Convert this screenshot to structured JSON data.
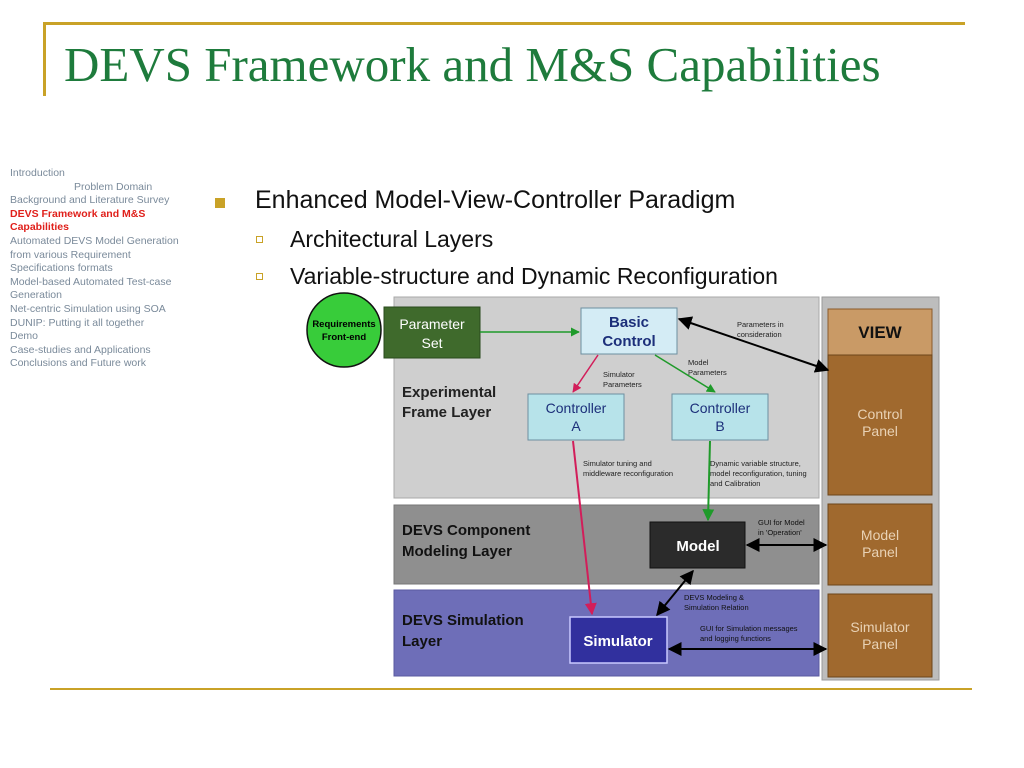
{
  "slide": {
    "title": "DEVS Framework and M&S Capabilities"
  },
  "agenda": [
    {
      "label": "Introduction",
      "active": false,
      "indent": false
    },
    {
      "label": "Problem Domain",
      "active": false,
      "indent": true
    },
    {
      "label": "Background and Literature Survey",
      "active": false,
      "indent": false
    },
    {
      "label": "DEVS Framework and M&S",
      "active": true,
      "indent": false
    },
    {
      "label": "Capabilities",
      "active": true,
      "indent": false
    },
    {
      "label": "Automated DEVS Model Generation",
      "active": false,
      "indent": false
    },
    {
      "label": "from various Requirement",
      "active": false,
      "indent": false
    },
    {
      "label": "Specifications formats",
      "active": false,
      "indent": false
    },
    {
      "label": "Model-based Automated Test-case",
      "active": false,
      "indent": false
    },
    {
      "label": "Generation",
      "active": false,
      "indent": false
    },
    {
      "label": "Net-centric Simulation using SOA",
      "active": false,
      "indent": false
    },
    {
      "label": "DUNIP: Putting it all together",
      "active": false,
      "indent": false
    },
    {
      "label": "Demo",
      "active": false,
      "indent": false
    },
    {
      "label": "Case-studies and Applications",
      "active": false,
      "indent": false
    },
    {
      "label": "Conclusions and Future work",
      "active": false,
      "indent": false
    }
  ],
  "bullets": {
    "main": "Enhanced Model-View-Controller Paradigm",
    "sub1": "Architectural Layers",
    "sub2": "Variable-structure and Dynamic Reconfiguration"
  },
  "diagram": {
    "requirements_l1": "Requirements",
    "requirements_l2": "Front-end",
    "param_l1": "Parameter",
    "param_l2": "Set",
    "basic_l1": "Basic",
    "basic_l2": "Control",
    "ctrl_a_l1": "Controller",
    "ctrl_a_l2": "A",
    "ctrl_b_l1": "Controller",
    "ctrl_b_l2": "B",
    "model": "Model",
    "simulator": "Simulator",
    "exp_l1": "Experimental",
    "exp_l2": "Frame Layer",
    "comp_l1": "DEVS Component",
    "comp_l2": "Modeling Layer",
    "sim_l1": "DEVS Simulation",
    "sim_l2": "Layer",
    "view": "VIEW",
    "control_l1": "Control",
    "control_l2": "Panel",
    "modelp_l1": "Model",
    "modelp_l2": "Panel",
    "simp_l1": "Simulator",
    "simp_l2": "Panel",
    "ann_params_l1": "Parameters in",
    "ann_params_l2": "consideration",
    "ann_model_l1": "Model",
    "ann_model_l2": "Parameters",
    "ann_simp_l1": "Simulator",
    "ann_simp_l2": "Parameters",
    "ann_tuning_l1": "Simulator tuning and",
    "ann_tuning_l2": "middleware reconfiguration",
    "ann_dyn_l1": "Dynamic variable structure,",
    "ann_dyn_l2": "model reconfiguration, tuning",
    "ann_dyn_l3": "and Calibration",
    "ann_gui_model_l1": "GUI for Model",
    "ann_gui_model_l2": "in 'Operation'",
    "ann_devs_rel_l1": "DEVS Modeling &",
    "ann_devs_rel_l2": "Simulation Relation",
    "ann_gui_sim_l1": "GUI for Simulation messages",
    "ann_gui_sim_l2": "and logging functions"
  },
  "colors": {
    "title": "#1e7b3c",
    "gold": "#c9a227",
    "agenda_active": "#e0201b",
    "experimental_layer": "#cfcfcf",
    "component_layer": "#8f8f8f",
    "simulation_layer": "#6e6eb8",
    "view_panel": "#a0692e",
    "parameter_set": "#3f6a2c",
    "basic_control": "#d4ecf5",
    "controller": "#b7e3ea",
    "model_box": "#2b2b2b",
    "simulator_box": "#31309e",
    "requirements": "#38cc3a",
    "red_arrow": "#d21e5a",
    "green_arrow": "#1f9a2a"
  }
}
